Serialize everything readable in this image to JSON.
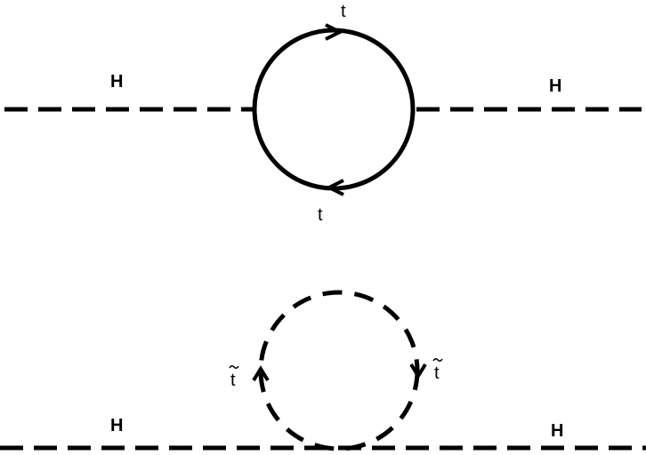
{
  "diagrams": [
    {
      "name": "top-quark-loop",
      "external_left_label": "H",
      "external_right_label": "H",
      "loop_top_label": "t",
      "loop_bottom_label": "t"
    },
    {
      "name": "stop-squark-loop",
      "external_left_label": "H",
      "external_right_label": "H",
      "loop_left_label": "t",
      "loop_right_label": "t"
    }
  ],
  "colors": {
    "line": "#000000",
    "background": "#ffffff"
  }
}
